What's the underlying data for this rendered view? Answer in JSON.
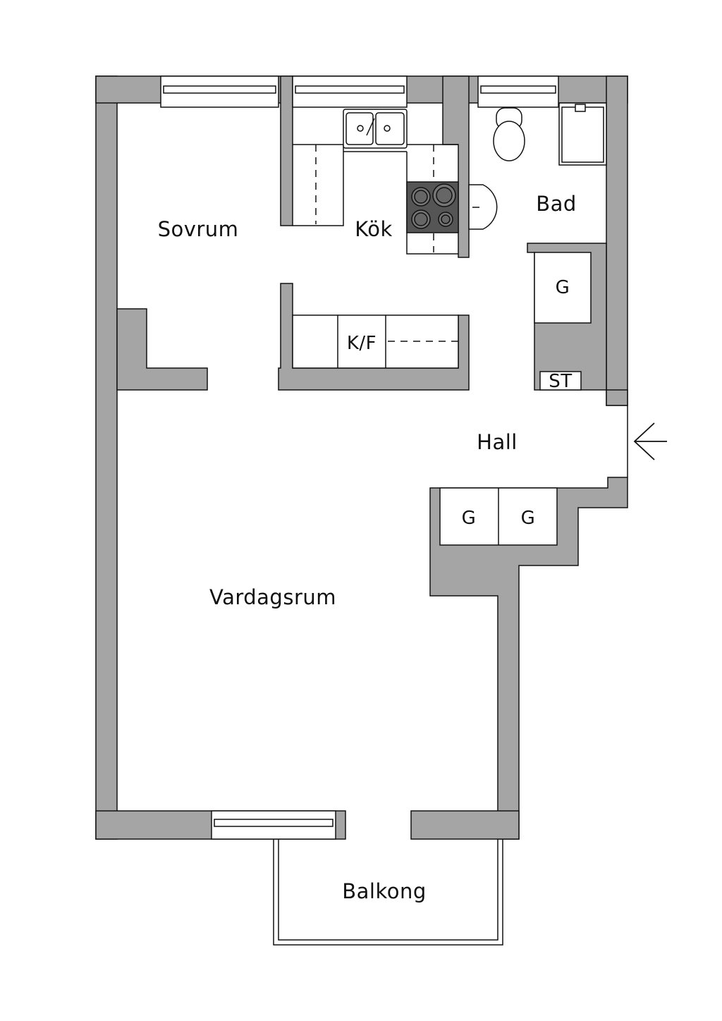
{
  "colors": {
    "wall": "#a5a5a5",
    "stove": "#555555",
    "line": "#111111"
  },
  "rooms": {
    "sovrum": "Sovrum",
    "kok": "Kök",
    "bad": "Bad",
    "hall": "Hall",
    "vardagsrum": "Vardagsrum",
    "balkong": "Balkong"
  },
  "fixtures": {
    "garderob_bad": "G",
    "kyl_frys": "K/F",
    "stad": "ST",
    "garderob_hall_1": "G",
    "garderob_hall_2": "G"
  },
  "icons": {
    "entrance": "arrow-left-icon"
  }
}
